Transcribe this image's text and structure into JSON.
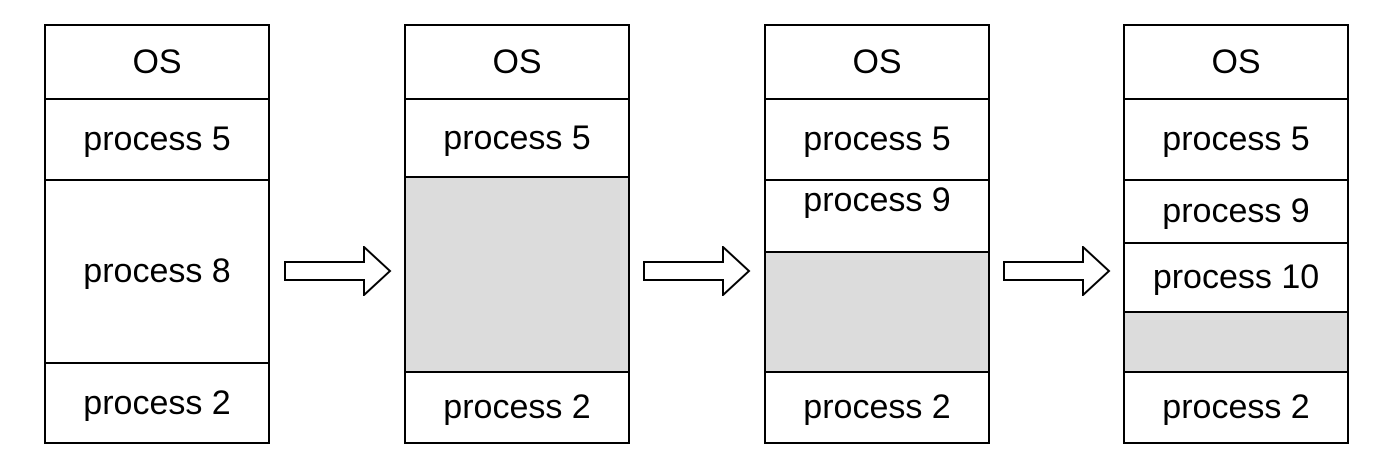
{
  "colors": {
    "free_block": "#dcdcdc",
    "border": "#000000",
    "background": "#ffffff"
  },
  "diagram": {
    "columns": [
      {
        "blocks": [
          {
            "label": "OS",
            "free": false
          },
          {
            "label": "process 5",
            "free": false
          },
          {
            "label": "process 8",
            "free": false
          },
          {
            "label": "process 2",
            "free": false
          }
        ]
      },
      {
        "blocks": [
          {
            "label": "OS",
            "free": false
          },
          {
            "label": "process 5",
            "free": false
          },
          {
            "label": "",
            "free": true
          },
          {
            "label": "process 2",
            "free": false
          }
        ]
      },
      {
        "blocks": [
          {
            "label": "OS",
            "free": false
          },
          {
            "label": "process 5",
            "free": false
          },
          {
            "label": "process 9",
            "free": false
          },
          {
            "label": "",
            "free": true
          },
          {
            "label": "process 2",
            "free": false
          }
        ]
      },
      {
        "blocks": [
          {
            "label": "OS",
            "free": false
          },
          {
            "label": "process 5",
            "free": false
          },
          {
            "label": "process 9",
            "free": false
          },
          {
            "label": "process 10",
            "free": false
          },
          {
            "label": "",
            "free": true
          },
          {
            "label": "process 2",
            "free": false
          }
        ]
      }
    ],
    "arrows": 3
  }
}
